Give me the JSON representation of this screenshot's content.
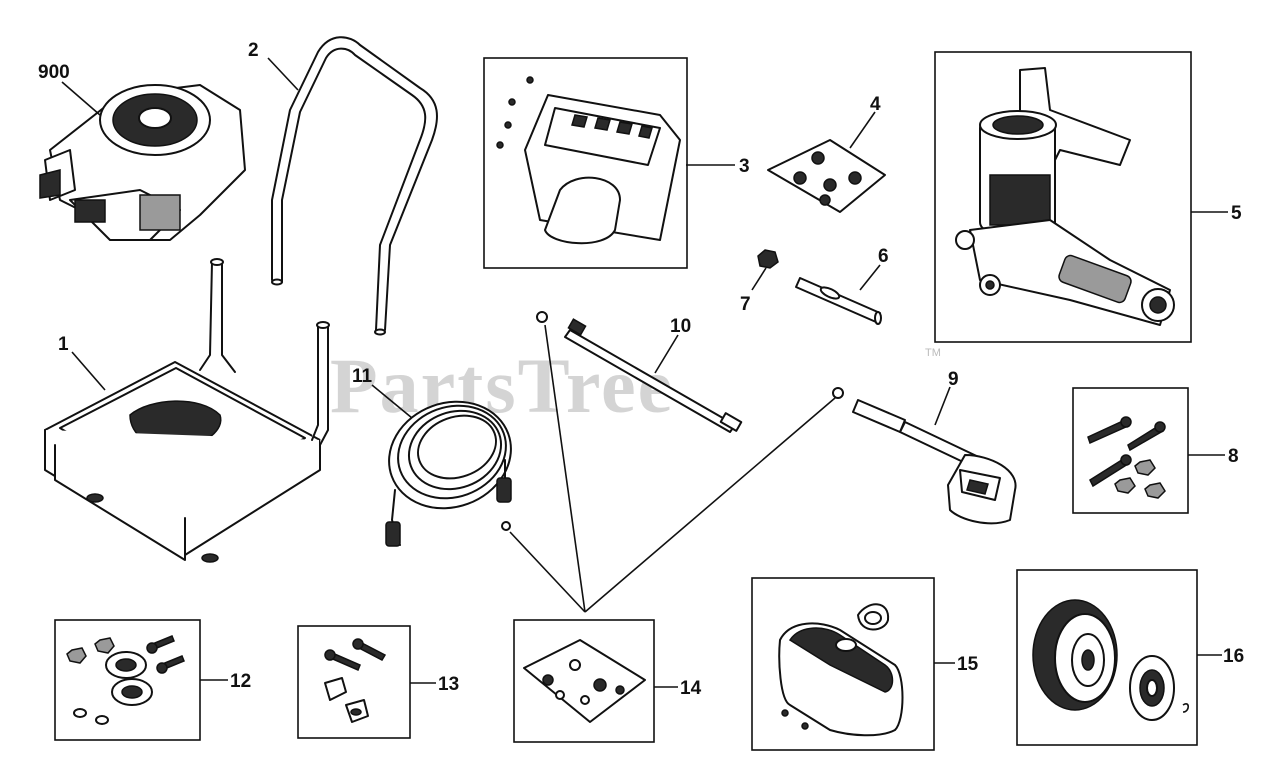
{
  "watermark": {
    "text": "PartsTree",
    "trademark": "TM"
  },
  "callouts": [
    {
      "id": "900",
      "text": "900"
    },
    {
      "id": "1",
      "text": "1"
    },
    {
      "id": "2",
      "text": "2"
    },
    {
      "id": "3",
      "text": "3"
    },
    {
      "id": "4",
      "text": "4"
    },
    {
      "id": "5",
      "text": "5"
    },
    {
      "id": "6",
      "text": "6"
    },
    {
      "id": "7",
      "text": "7"
    },
    {
      "id": "8",
      "text": "8"
    },
    {
      "id": "9",
      "text": "9"
    },
    {
      "id": "10",
      "text": "10"
    },
    {
      "id": "11",
      "text": "11"
    },
    {
      "id": "12",
      "text": "12"
    },
    {
      "id": "13",
      "text": "13"
    },
    {
      "id": "14",
      "text": "14"
    },
    {
      "id": "15",
      "text": "15"
    },
    {
      "id": "16",
      "text": "16"
    }
  ]
}
